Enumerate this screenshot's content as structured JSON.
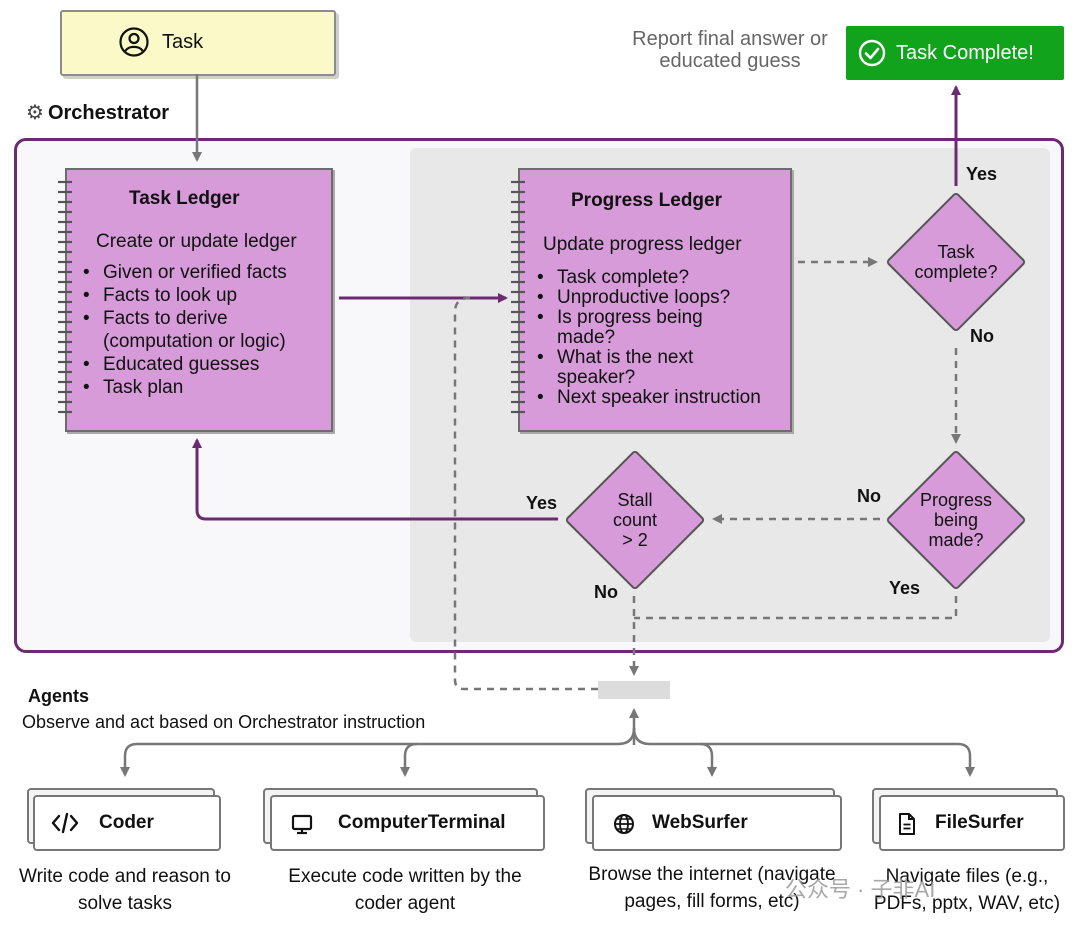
{
  "task": {
    "label": "Task",
    "icon": "user-icon"
  },
  "orchestrator": {
    "title": "Orchestrator",
    "icon": "gear-icon"
  },
  "task_ledger": {
    "title": "Task Ledger",
    "subtitle": "Create or update ledger",
    "items": [
      "Given or verified facts",
      "Facts to look up",
      "Facts to derive (computation or logic)",
      "Educated guesses",
      "Task plan"
    ]
  },
  "progress_ledger": {
    "title": "Progress Ledger",
    "subtitle": "Update progress ledger",
    "items": [
      "Task complete?",
      "Unproductive loops?",
      "Is progress being made?",
      "What is the next speaker?",
      "Next speaker instruction"
    ]
  },
  "decisions": {
    "task_complete": "Task complete?",
    "progress": "Progress being made?",
    "stall": "Stall count > 2"
  },
  "edge_labels": {
    "yes_complete": "Yes",
    "no_complete": "No",
    "no_progress": "No",
    "yes_progress": "Yes",
    "yes_stall": "Yes",
    "no_stall": "No"
  },
  "final": {
    "report": "Report final answer or educated guess",
    "button": "Task Complete!",
    "icon": "check-circle-icon"
  },
  "agents": {
    "title": "Agents",
    "subtitle": "Observe and act based on Orchestrator instruction",
    "list": [
      {
        "name": "Coder",
        "icon": "code-icon",
        "desc": "Write code and reason to solve tasks"
      },
      {
        "name": "ComputerTerminal",
        "icon": "monitor-icon",
        "desc": "Execute code written by the coder agent"
      },
      {
        "name": "WebSurfer",
        "icon": "globe-icon",
        "desc": "Browse the internet (navigate pages, fill forms, etc)"
      },
      {
        "name": "FileSurfer",
        "icon": "file-icon",
        "desc": "Navigate files (e.g., PDFs, pptx, WAV, etc)"
      }
    ]
  },
  "watermark": "公众号 · 子非AI",
  "colors": {
    "purple": "#6b2a72",
    "ledger": "#d69bd8",
    "green": "#12a31c",
    "task": "#fafac8",
    "grey_arrow": "#777777"
  }
}
